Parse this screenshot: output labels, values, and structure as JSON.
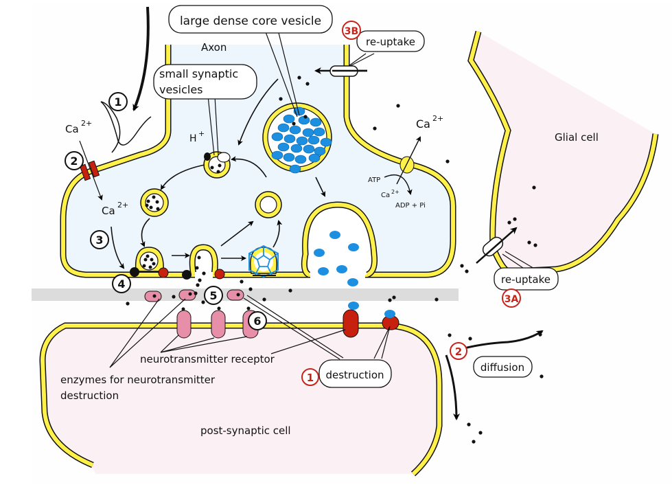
{
  "diagram": {
    "title": "Chemical synapse",
    "colors": {
      "membrane": "#fff04a",
      "axon_fill": "#edf5fd",
      "post_fill": "#fbf1f4",
      "glial_fill": "#fbf1f4",
      "cleft": "#dcdcdc",
      "channel_red": "#c8200e",
      "enzyme_pink": "#e78fa8",
      "dense_core_blue": "#1d8fe0",
      "clathrin_blue": "#1e90e0",
      "step_red": "#c8231b"
    },
    "regions": {
      "axon": "Axon",
      "glial": "Glial cell",
      "post": "post-synaptic cell"
    },
    "callouts": {
      "large_dense_core_vesicle": "large dense core vesicle",
      "small_synaptic_vesicles_line1": "small synaptic",
      "small_synaptic_vesicles_line2": "vesicles",
      "reuptake_3b": "re-uptake",
      "reuptake_3a": "re-uptake",
      "destruction": "destruction",
      "diffusion": "diffusion"
    },
    "labels": {
      "ca_outside": "Ca",
      "ca_inside": "Ca",
      "ca_pump_out": "Ca",
      "ca_pump_in": "Ca",
      "ca_sup": "2+",
      "h_plus": "H",
      "h_sup": "+",
      "atp": "ATP",
      "adp_pi": "ADP + Pi",
      "neurotransmitter_receptor": "neurotransmitter receptor",
      "enzymes_line1": "enzymes for neurotransmitter",
      "enzymes_line2": "destruction"
    },
    "steps_black": [
      "1",
      "2",
      "3",
      "4",
      "5",
      "6"
    ],
    "steps_red": {
      "destruction": "1",
      "diffusion": "2",
      "reuptake_glial": "3A",
      "reuptake_axon": "3B"
    }
  }
}
